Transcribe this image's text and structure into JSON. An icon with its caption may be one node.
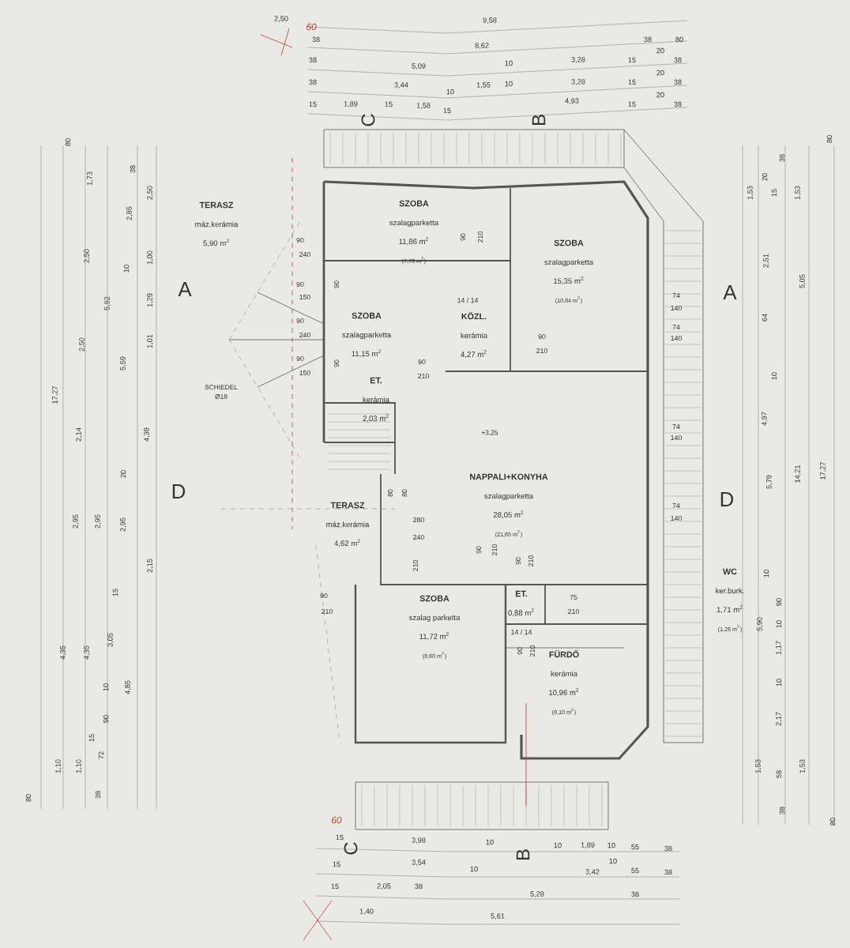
{
  "diagram": {
    "nodes": [
      {
        "text": [
          "TERASZ",
          "máz.kerámia",
          "5,90 m$^{2}$"
        ]
      },
      {
        "text": [
          "SZOBA",
          "szalagparketta",
          "11,86 m$^{2}$",
          "(7,76 m$^{2}$)"
        ]
      },
      {
        "text": [
          "SZOBA",
          "szalagparketta",
          "15,35 m$^{2}$",
          "(10,84 m$^{2}$)"
        ]
      },
      {
        "text": [
          "SZOBA",
          "szalagparketta",
          "11,15 m$^{2}$"
        ]
      },
      {
        "text": [
          "KÖZL.",
          "kerámia",
          "4,27 m$^{2}$"
        ]
      },
      {
        "text": [
          "ET.",
          "kerámia",
          "2,03 m$^{2}$"
        ]
      },
      {
        "text": [
          "NAPPALI+KONYHA",
          "szalagparketta",
          "28,05 m$^{2}$",
          "(21,65 m$^{2}$)"
        ]
      },
      {
        "text": [
          "TERASZ",
          "máz.kerámia",
          "4,62 m$^{2}$"
        ]
      },
      {
        "text": [
          "SZOBA",
          "szalag parketta",
          "11,72 m$^{2}$",
          "(8,60 m$^{2}$)"
        ]
      },
      {
        "text": [
          "ET.",
          "0,88 m$^{2}$"
        ]
      },
      {
        "text": [
          "FÜRDŐ",
          "kerámia",
          "10,96 m$^{2}$",
          "(8,10 m$^{2}$)"
        ]
      },
      {
        "text": [
          "WC",
          "ker.burk.",
          "1,71 m$^{2}$",
          "(1,26 m$^{2}$)"
        ]
      }
    ],
    "labels": [
      "2,50",
      "9,58",
      "60",
      "38",
      "8,62",
      "38",
      "80",
      "38",
      "5,09",
      "10",
      "3,28",
      "15",
      "20",
      "38",
      "38",
      "3,44",
      "10",
      "1,55",
      "10",
      "3,28",
      "15",
      "20",
      "38",
      "15",
      "1,89",
      "15",
      "1,58",
      "15",
      "4,93",
      "15",
      "20",
      "38",
      "C",
      "B",
      "80",
      "1,73",
      "38",
      "2,50",
      "2,85",
      "2,50",
      "10",
      "1,00",
      "5,92",
      "1,29",
      "2,50",
      "5,59",
      "1,01",
      "17,27",
      "2,14",
      "4,39",
      "20",
      "2,95",
      "2,95",
      "2,95",
      "2,15",
      "15",
      "4,35",
      "4,35",
      "3,05",
      "10",
      "4,85",
      "90",
      "15",
      "1,10",
      "1,10",
      "72",
      "38",
      "80",
      "80",
      "38",
      "20",
      "1,53",
      "15",
      "1,53",
      "2,51",
      "5,05",
      "64",
      "10",
      "4,97",
      "5,79",
      "14,21",
      "17,27",
      "10",
      "90",
      "5,90",
      "10",
      "1,17",
      "10",
      "2,17",
      "1,53",
      "58",
      "1,53",
      "38",
      "80",
      "A",
      "A",
      "D",
      "D",
      "90",
      "240",
      "90",
      "150",
      "90",
      "240",
      "90",
      "150",
      "90",
      "90",
      "SCHIEDEL",
      "Ø18",
      "90",
      "210",
      "14 / 14",
      "90",
      "210",
      "90",
      "210",
      "74",
      "140",
      "74",
      "140",
      "74",
      "140",
      "74",
      "140",
      "+3,25",
      "80",
      "80",
      "280",
      "240",
      "90",
      "210",
      "90",
      "210",
      "210",
      "90",
      "210",
      "75",
      "210",
      "14 / 14",
      "90",
      "210",
      "60",
      "15",
      "C",
      "3,98",
      "10",
      "B",
      "10",
      "1,89",
      "10",
      "55",
      "38",
      "15",
      "3,54",
      "10",
      "3,42",
      "10",
      "55",
      "38",
      "15",
      "2,05",
      "38",
      "5,28",
      "38",
      "1,40",
      "5,61"
    ]
  }
}
